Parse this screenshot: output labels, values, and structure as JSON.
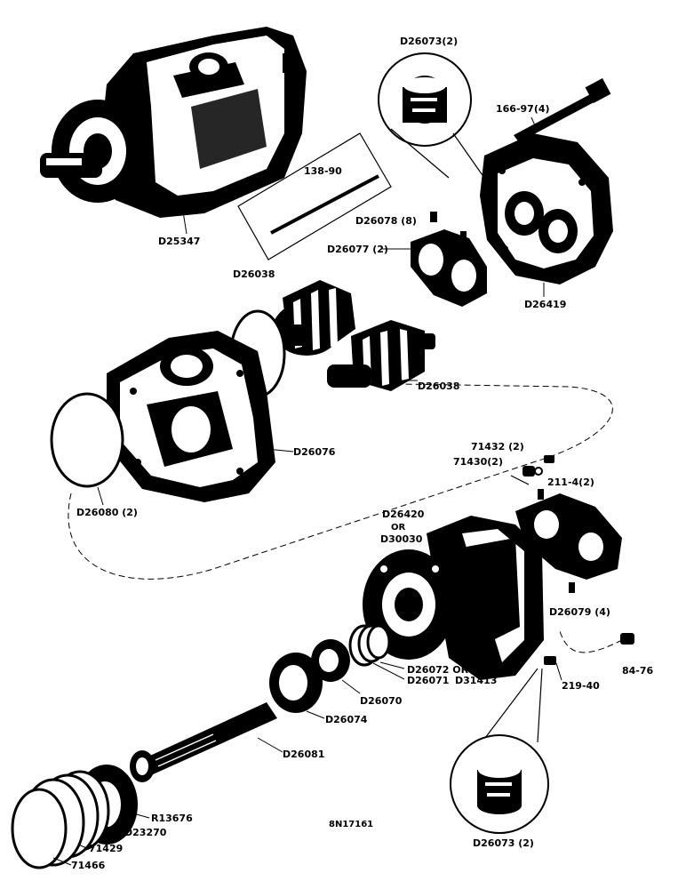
{
  "labels": {
    "d25347": "D25347",
    "d26073_top": "D26073(2)",
    "d26073_bottom": "D26073 (2)",
    "bolt": "166-97(4)",
    "pin": "138-90",
    "d26078": "D26078 (8)",
    "d26077": "D26077 (2)",
    "d26419": "D26419",
    "d26038_a": "D26038",
    "d26038_b": "D26038",
    "d26076": "D26076",
    "d26080": "D26080 (2)",
    "p71432": "71432 (2)",
    "p71430": "71430(2)",
    "p211_4": "211-4(2)",
    "d26420_line1": "D26420",
    "d26420_line2": "OR",
    "d26420_line3": "D30030",
    "d26079": "D26079 (4)",
    "p84_76": "84-76",
    "p219_40": "219-40",
    "d26072_line1": "D26072 OR",
    "d26072_line2": "D31413",
    "d26071": "D26071",
    "d26070": "D26070",
    "d26074": "D26074",
    "d26081": "D26081",
    "r13676": "R13676",
    "d23270": "D23270",
    "p71429": "71429",
    "p71466": "71466",
    "drawing_no": "8N17161"
  }
}
